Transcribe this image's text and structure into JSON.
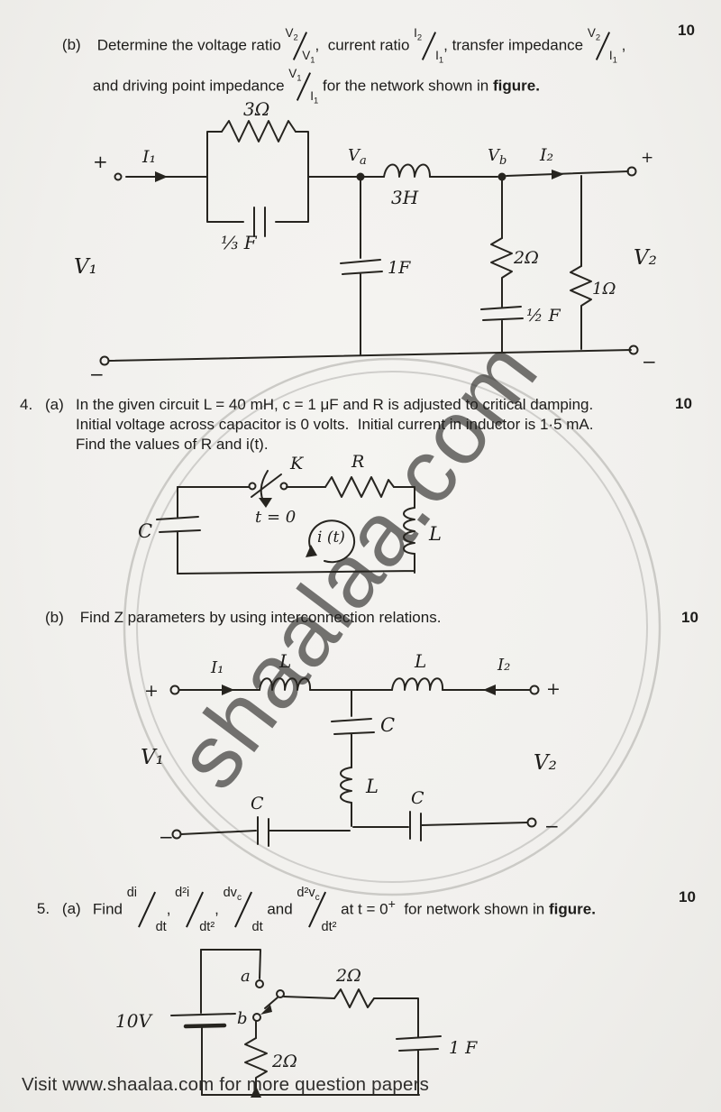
{
  "page": {
    "background": "#f2f1ee",
    "ink": "#1d1c1a",
    "watermark_gray": "#c6c5c2"
  },
  "watermark": {
    "text": "shaalaa.com"
  },
  "footer": {
    "text": "Visit www.shaalaa.com for more question papers"
  },
  "questions": {
    "q3b": {
      "label": "(b)",
      "marks": "10",
      "t1": "Determine the voltage ratio ",
      "r1": {
        "num": "V",
        "num_sub": "2",
        "den": "V",
        "den_sub": "1"
      },
      "t2": ",  current ratio ",
      "r2": {
        "num": "I",
        "num_sub": "2",
        "den": "I",
        "den_sub": "1"
      },
      "t3": ", transfer impedance ",
      "r3": {
        "num": "V",
        "num_sub": "2",
        "den": "I",
        "den_sub": "1"
      },
      "t4": " ,",
      "t5": "and driving point impedance ",
      "r4": {
        "num": "V",
        "num_sub": "1",
        "den": "I",
        "den_sub": "1"
      },
      "t6": " for the network shown in ",
      "t7": "figure."
    },
    "q4a": {
      "number": "4.",
      "label": "(a)",
      "marks": "10",
      "line1": "In the given circuit L = 40 mH, c = 1 μF and R is adjusted to critical damping.",
      "line2": "Initial voltage across capacitor is 0 volts.  Initial current in inductor is 1·5 mA.",
      "line3": "Find the values of R and i(t)."
    },
    "q4b": {
      "label": "(b)",
      "marks": "10",
      "text": "Find Z parameters by using interconnection relations."
    },
    "q5a": {
      "number": "5.",
      "label": "(a)",
      "marks": "10",
      "t1": "Find ",
      "f1": {
        "num": "di",
        "num_sub": "",
        "den": "dt",
        "den_sub": ""
      },
      "s1": ", ",
      "f2": {
        "num": "d²i",
        "num_sub": "",
        "den": "dt²",
        "den_sub": ""
      },
      "s2": ", ",
      "f3": {
        "num": "dv",
        "num_sub": "c",
        "den": "dt",
        "den_sub": ""
      },
      "s3": " and ",
      "f4": {
        "num": "d²v",
        "num_sub": "c",
        "den": "dt²",
        "den_sub": ""
      },
      "t2": " at t = 0",
      "t2sup": "+",
      "t2b": "  for network shown in ",
      "t3": "figure."
    }
  },
  "circuit1": {
    "plus_in": "+",
    "minus_in": "−",
    "plus_out": "+",
    "minus_out": "−",
    "i1": "I₁",
    "i2": "I₂",
    "v1": "V₁",
    "v2": "V₂",
    "r_parallel": "3Ω",
    "c_parallel": "⅓ F",
    "node_a": {
      "main": "V",
      "sub": "a"
    },
    "node_b": {
      "main": "V",
      "sub": "b"
    },
    "l_series": "3H",
    "c_mid": "1F",
    "r_shunt": "2Ω",
    "c_half": "½ F",
    "r_load": "1Ω"
  },
  "circuit2": {
    "cap": "C",
    "switch_k": "K",
    "t_zero": "t = 0",
    "res": "R",
    "ind": "L",
    "loop_current": "i (t)"
  },
  "circuit3": {
    "plus_left": "+",
    "plus_right": "+",
    "minus_left": "−",
    "minus_right": "−",
    "i1": "I₁",
    "i2": "I₂",
    "v1": "V₁",
    "v2": "V₂",
    "l_left": "L",
    "l_right": "L",
    "c_mid": "C",
    "l_mid": "L",
    "c_bot_left": "C",
    "c_bot_right": "C"
  },
  "circuit4": {
    "source": "10V",
    "contact_a": "a",
    "contact_b": "b",
    "r_series": "2Ω",
    "r_shunt": "2Ω",
    "cap": "1 F"
  }
}
